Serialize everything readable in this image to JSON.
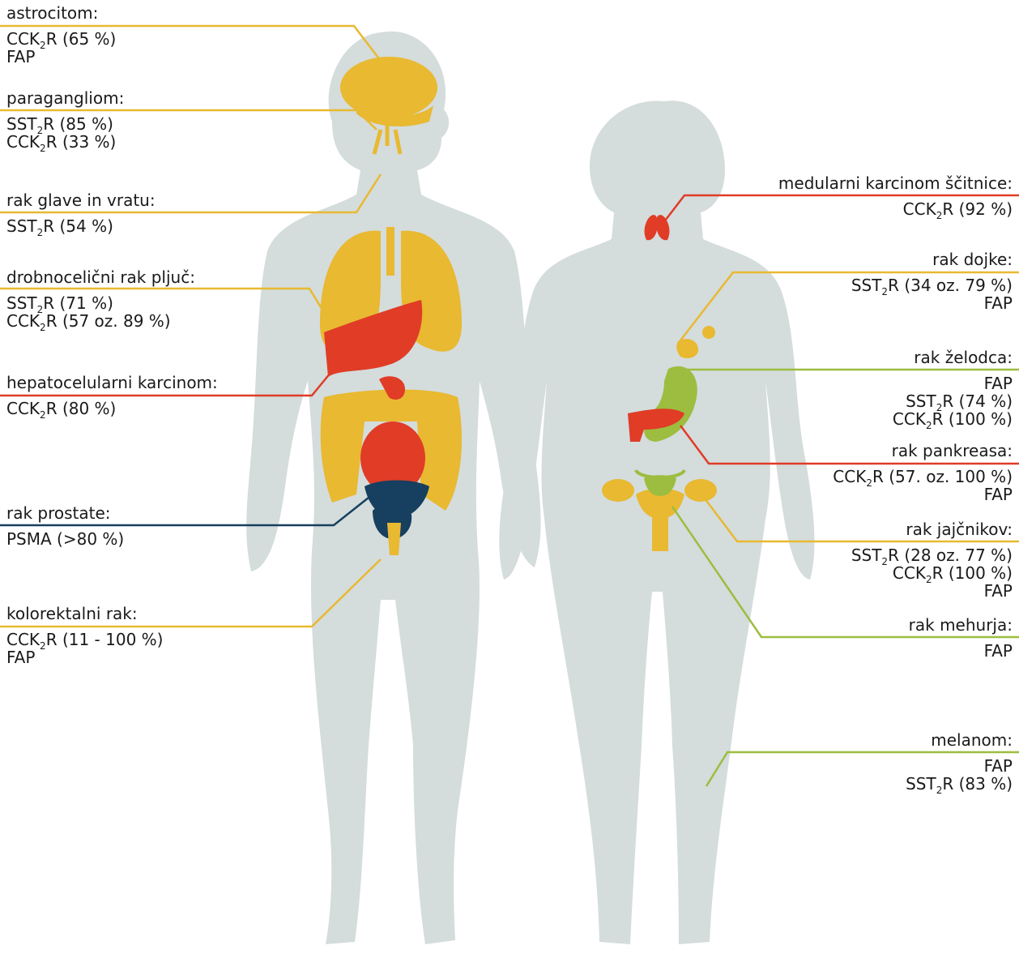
{
  "colors": {
    "silhouette": "#d4dcdc",
    "yellow": "#e8b931",
    "red": "#e03c26",
    "green": "#9cbd3f",
    "navy": "#173f5f"
  },
  "labels": {
    "astrocitom": {
      "title": "astrocitom:",
      "values": [
        "CCK2R (65 %)",
        "FAP"
      ],
      "color": "yellow"
    },
    "paragangliom": {
      "title": "paragangliom:",
      "values": [
        "SST2R (85 %)",
        "CCK2R (33 %)"
      ],
      "color": "yellow"
    },
    "head_neck": {
      "title": "rak glave in vratu:",
      "values": [
        "SST2R (54 %)"
      ],
      "color": "yellow"
    },
    "sclc": {
      "title": "drobnocelični rak pljuč:",
      "values": [
        "SST2R (71 %)",
        "CCK2R (57 oz. 89 %)"
      ],
      "color": "yellow"
    },
    "hcc": {
      "title": "hepatocelularni karcinom:",
      "values": [
        "CCK2R (80 %)"
      ],
      "color": "red"
    },
    "prostate": {
      "title": "rak prostate:",
      "values": [
        "PSMA (>80 %)"
      ],
      "color": "navy"
    },
    "colorectal": {
      "title": "kolorektalni rak:",
      "values": [
        "CCK2R (11 - 100 %)",
        "FAP"
      ],
      "color": "yellow"
    },
    "thyroid": {
      "title": "medularni karcinom ščitnice:",
      "values": [
        "CCK2R (92 %)"
      ],
      "color": "red"
    },
    "breast": {
      "title": "rak dojke:",
      "values": [
        "SST2R (34 oz. 79 %)",
        "FAP"
      ],
      "color": "yellow"
    },
    "stomach": {
      "title": "rak želodca:",
      "values": [
        "FAP",
        "SST2R (74 %)",
        "CCK2R (100 %)"
      ],
      "color": "green"
    },
    "pancreas": {
      "title": "rak pankreasa:",
      "values": [
        "CCK2R (57. oz. 100 %)",
        "FAP"
      ],
      "color": "red"
    },
    "ovary": {
      "title": "rak jajčnikov:",
      "values": [
        "SST2R (28 oz. 77 %)",
        "CCK2R (100 %)",
        "FAP"
      ],
      "color": "yellow"
    },
    "bladder": {
      "title": "rak mehurja:",
      "values": [
        "FAP"
      ],
      "color": "green"
    },
    "melanoma": {
      "title": "melanom:",
      "values": [
        "FAP",
        "SST2R (83 %)"
      ],
      "color": "green"
    }
  }
}
